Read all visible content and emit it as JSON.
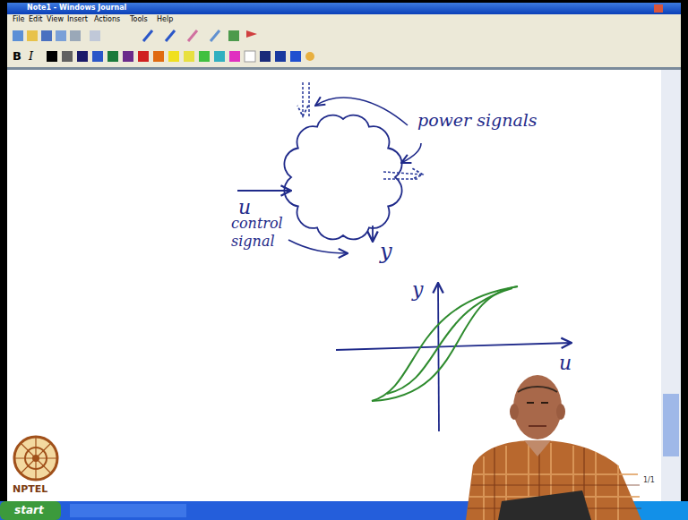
{
  "diagram": {
    "labels": [
      "Note1 - Windows Journal",
      "File",
      "Edit",
      "View",
      "Insert",
      "Actions",
      "Tools",
      "Help",
      "B",
      "I",
      "power signals",
      "u",
      "control signal",
      "y",
      "y",
      "u",
      "NPTEL",
      "1/1",
      "start"
    ]
  }
}
